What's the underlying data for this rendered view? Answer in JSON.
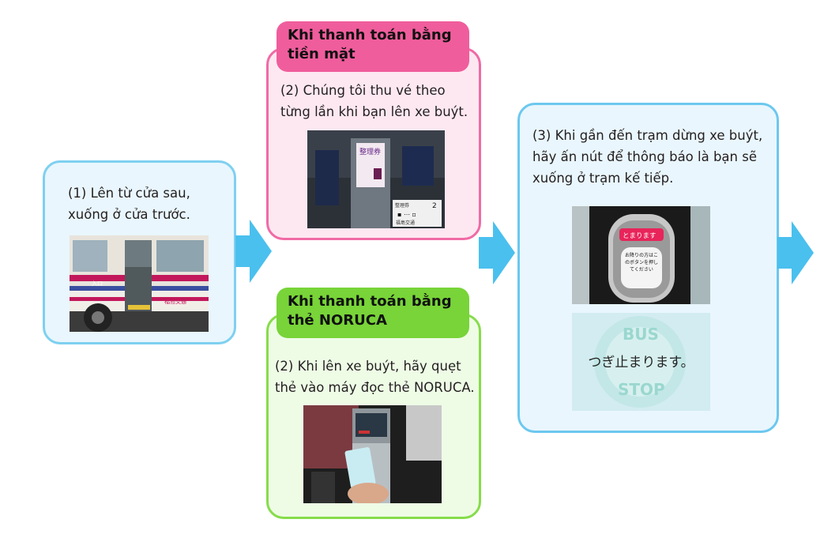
{
  "step1": {
    "text_line1": "(1) Lên từ cửa sau,",
    "text_line2": "xuống ở cửa trước.",
    "photo": {
      "door_label": "入口",
      "company": "福島交通"
    }
  },
  "cash": {
    "title_line1": "Khi thanh toán bằng",
    "title_line2": "tiền mặt",
    "text_line1": "(2) Chúng tôi thu vé theo",
    "text_line2": "từng lần khi bạn lên xe buýt.",
    "photo": {
      "machine_label": "整理券",
      "board_caption": "整理券",
      "board_number": "2",
      "board_company": "福島交通"
    }
  },
  "noruca": {
    "title_line1": "Khi thanh toán bằng",
    "title_line2": "thẻ NORUCA",
    "text_line1": "(2) Khi lên xe buýt, hãy quẹt",
    "text_line2": "thẻ vào máy đọc thẻ NORUCA."
  },
  "step3": {
    "text_line1": "(3) Khi gần đến trạm dừng xe buýt,",
    "text_line2": "hãy ấn nút để thông báo là bạn sẽ",
    "text_line3": "xuống ở trạm kế tiếp.",
    "button_label": "とまります",
    "button_note": "お降りの方はこのボタンを押してください",
    "sign_top": "BUS",
    "sign_main": "つぎ止まります。",
    "sign_bottom": "STOP"
  },
  "colors": {
    "blue_border": "#4fc1ec",
    "pink_border": "#f06aa5",
    "green_border": "#7dd63a",
    "arrow": "#4ac0ee"
  }
}
